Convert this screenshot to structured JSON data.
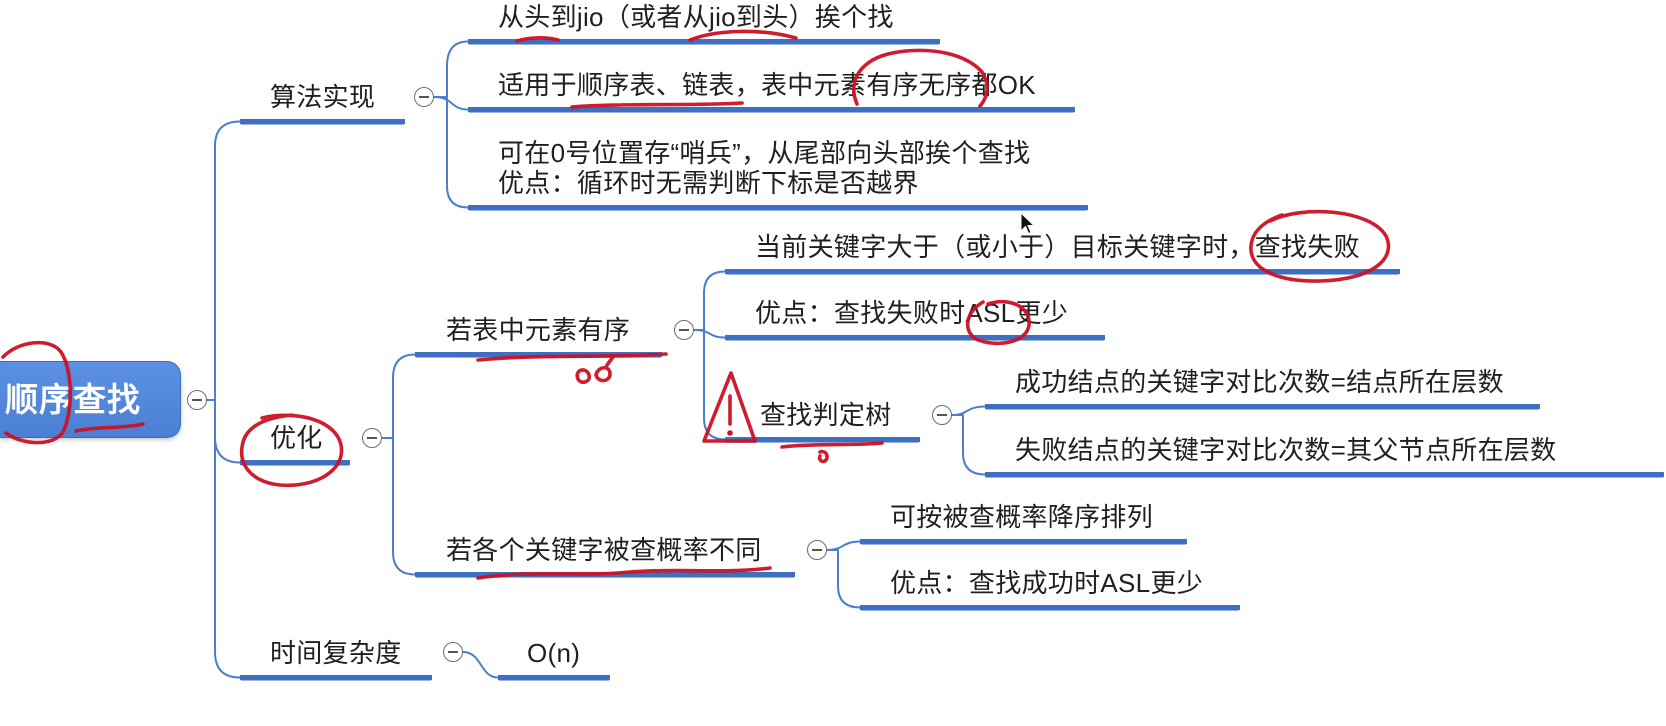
{
  "mindmap": {
    "root": {
      "label": "顺序查找"
    },
    "branches": [
      {
        "label": "算法实现",
        "children": [
          {
            "label": "从头到jio（或者从jio到头）挨个找"
          },
          {
            "label": "适用于顺序表、链表，表中元素有序无序都OK"
          },
          {
            "lines": [
              "可在0号位置存“哨兵”，从尾部向头部挨个查找",
              "优点：循环时无需判断下标是否越界"
            ]
          }
        ]
      },
      {
        "label": "优化",
        "children": [
          {
            "label": "若表中元素有序",
            "children": [
              {
                "label": "当前关键字大于（或小于）目标关键字时，查找失败"
              },
              {
                "label": "优点：查找失败时ASL更少"
              },
              {
                "label": "查找判定树",
                "children": [
                  {
                    "label": "成功结点的关键字对比次数=结点所在层数"
                  },
                  {
                    "label": "失败结点的关键字对比次数=其父节点所在层数"
                  }
                ]
              }
            ]
          },
          {
            "label": "若各个关键字被查概率不同",
            "children": [
              {
                "label": "可按被查概率降序排列"
              },
              {
                "label": "优点：查找成功时ASL更少"
              }
            ]
          }
        ]
      },
      {
        "label": "时间复杂度",
        "children": [
          {
            "label": "O(n)"
          }
        ]
      }
    ]
  },
  "icons": {
    "collapse": "minus-circle-icon",
    "annotation_marker": "warning-icon",
    "pointer": "mouse-cursor-icon"
  },
  "colors": {
    "root_fill": "#4a7fd3",
    "branch_line": "#3f6fc0",
    "connector": "#4d7ec9",
    "text": "#1f1f1f",
    "annotation_red": "#cc1124",
    "background": "#ffffff"
  }
}
